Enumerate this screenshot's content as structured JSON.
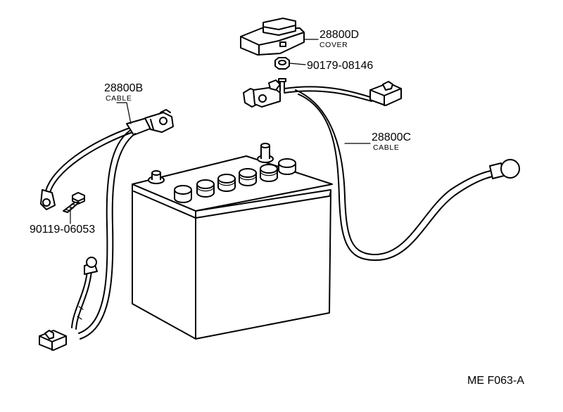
{
  "parts": {
    "cover": {
      "number": "28800D",
      "name": "COVER"
    },
    "nut": {
      "number": "90179-08146"
    },
    "cable_b": {
      "number": "28800B",
      "name": "CABLE"
    },
    "cable_c": {
      "number": "28800C",
      "name": "CABLE"
    },
    "bolt": {
      "number": "90119-06053"
    }
  },
  "figure_code": "ME F063-A",
  "colors": {
    "line": "#000000",
    "background": "#ffffff"
  }
}
